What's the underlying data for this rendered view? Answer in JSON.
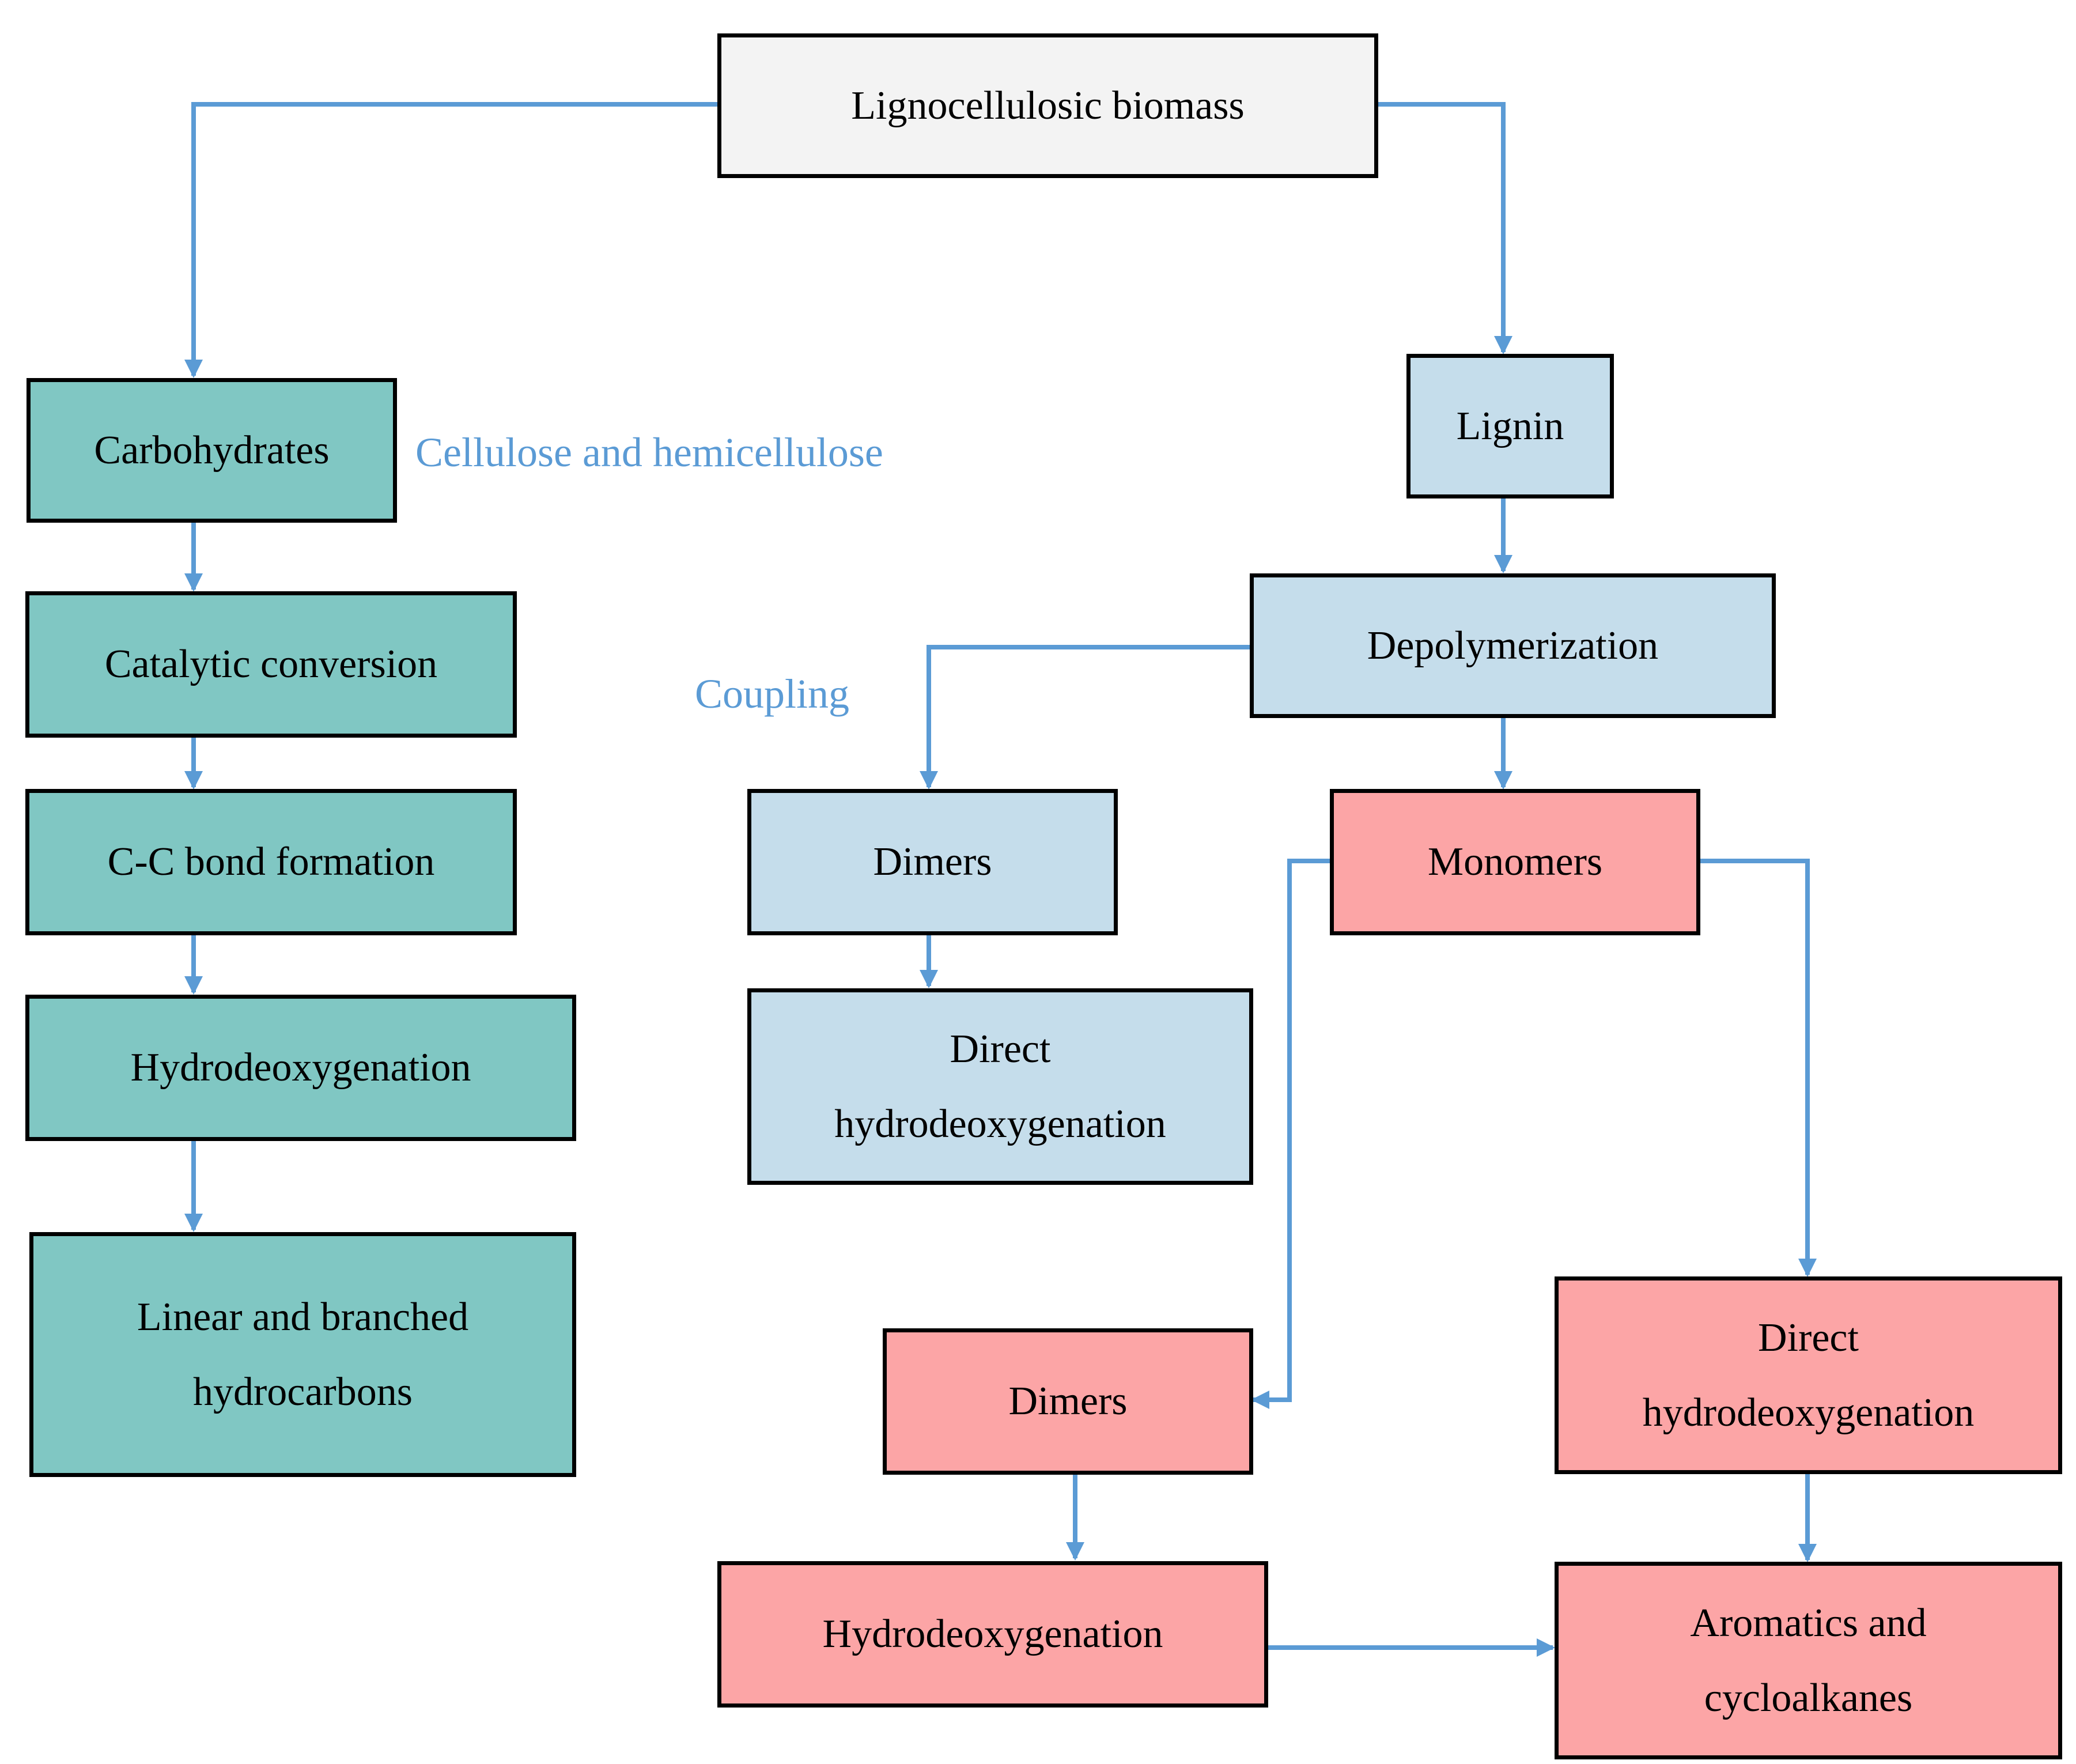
{
  "colors": {
    "grey_fill": "#f3f3f3",
    "teal_fill": "#80c7c3",
    "lightblue_fill": "#c5ddeb",
    "pink_fill": "#fca5a6",
    "connector": "#5b9bd5",
    "border": "#000000"
  },
  "nodes": {
    "biomass": "Lignocellulosic biomass",
    "carbohydrates": "Carbohydrates",
    "catalytic": "Catalytic conversion",
    "cc_bond": "C-C bond formation",
    "hdo_left": "Hydrodeoxygenation",
    "linear": "Linear and branched\nhydrocarbons",
    "lignin": "Lignin",
    "depolymerization": "Depolymerization",
    "dimers_blue": "Dimers",
    "direct_hdo_blue": "Direct\nhydrodeoxygenation",
    "monomers": "Monomers",
    "dimers_pink": "Dimers",
    "direct_hdo_pink": "Direct\nhydrodeoxygenation",
    "hdo_pink": "Hydrodeoxygenation",
    "aromatics": "Aromatics and\ncycloalkanes"
  },
  "annotations": {
    "cellulose": "Cellulose and hemicellulose",
    "coupling": "Coupling"
  }
}
